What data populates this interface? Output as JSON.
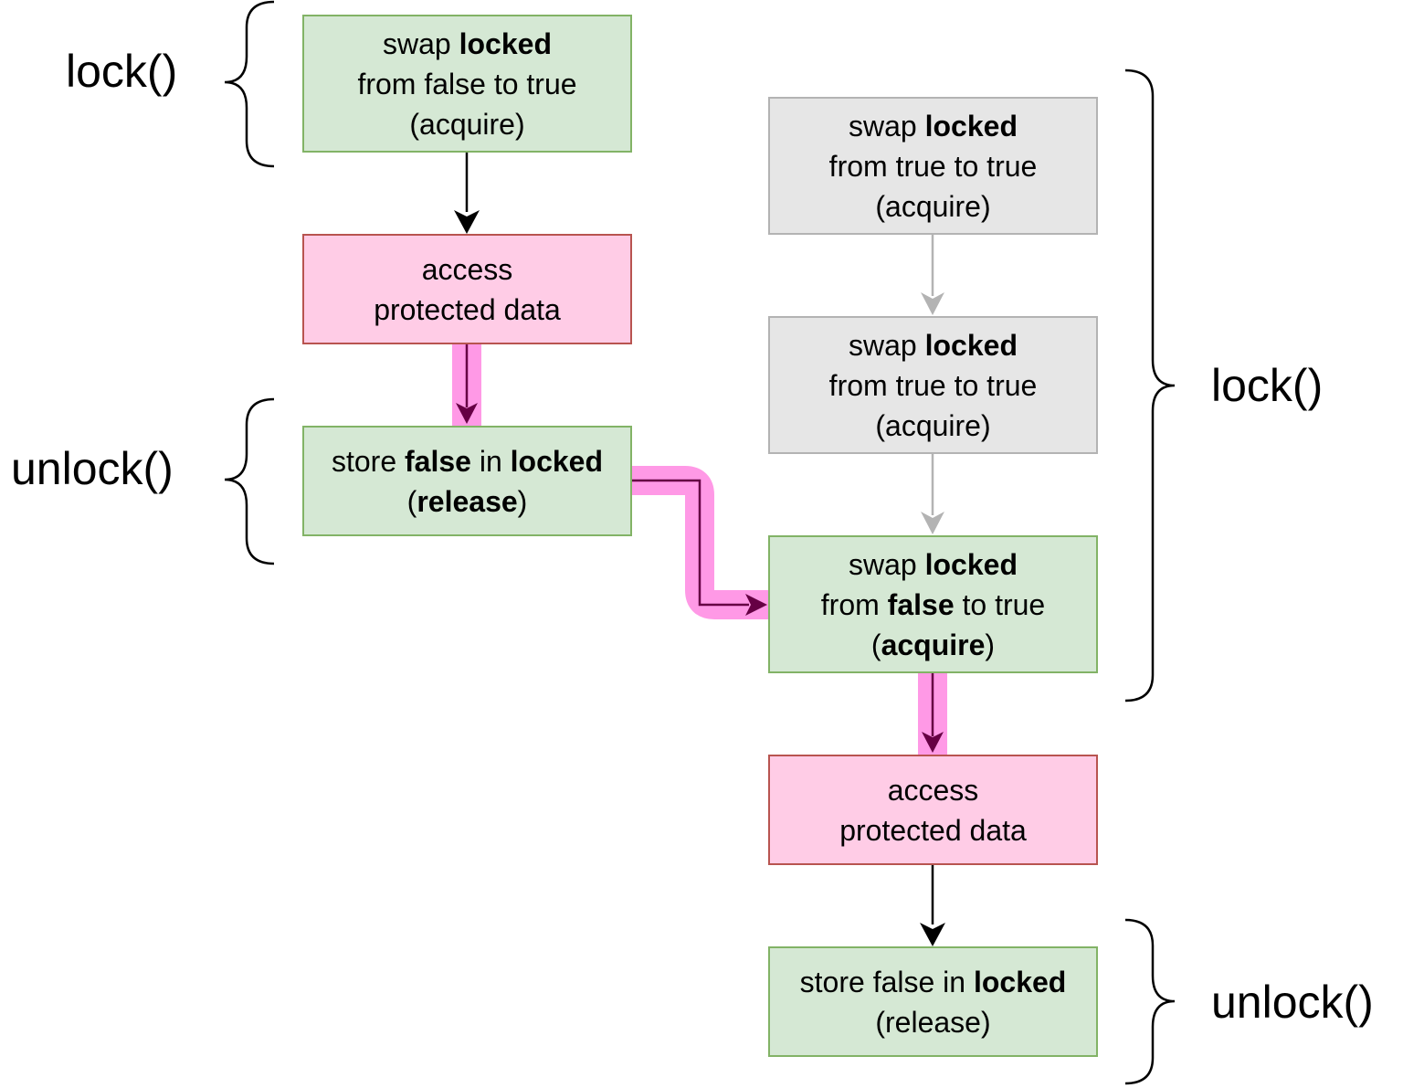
{
  "labels": {
    "lock_left": "lock()",
    "unlock_left": "unlock()",
    "lock_right": "lock()",
    "unlock_right": "unlock()"
  },
  "left": {
    "swap": {
      "w1": "swap ",
      "b1": "locked",
      "line2": "from false to true",
      "line3": "(acquire)"
    },
    "access": {
      "line1": "access",
      "line2": "protected data"
    },
    "store": {
      "w1": "store ",
      "b1": "false",
      "w2": " in ",
      "b2": "locked",
      "p1": "(",
      "b3": "release",
      "p2": ")"
    }
  },
  "right": {
    "swap1": {
      "w1": "swap ",
      "b1": "locked",
      "line2": "from true to true",
      "line3": "(acquire)"
    },
    "swap2": {
      "w1": "swap ",
      "b1": "locked",
      "line2": "from true to true",
      "line3": "(acquire)"
    },
    "swap3": {
      "w1": "swap ",
      "b1": "locked",
      "w2": "from ",
      "b2": "false",
      "w3": " to true",
      "p1": "(",
      "b3": "acquire",
      "p2": ")"
    },
    "access": {
      "line1": "access",
      "line2": "protected data"
    },
    "store": {
      "w1": "store false in ",
      "b1": "locked",
      "line2": "(release)"
    }
  },
  "colors": {
    "green_fill": "#d5e8d4",
    "green_stroke": "#82b366",
    "pink_fill": "#ffcce6",
    "pink_stroke": "#b85450",
    "gray_fill": "#e6e6e6",
    "gray_stroke": "#b3b3b3",
    "highlight": "#ff99e6",
    "highlight_arrow": "#660044"
  }
}
